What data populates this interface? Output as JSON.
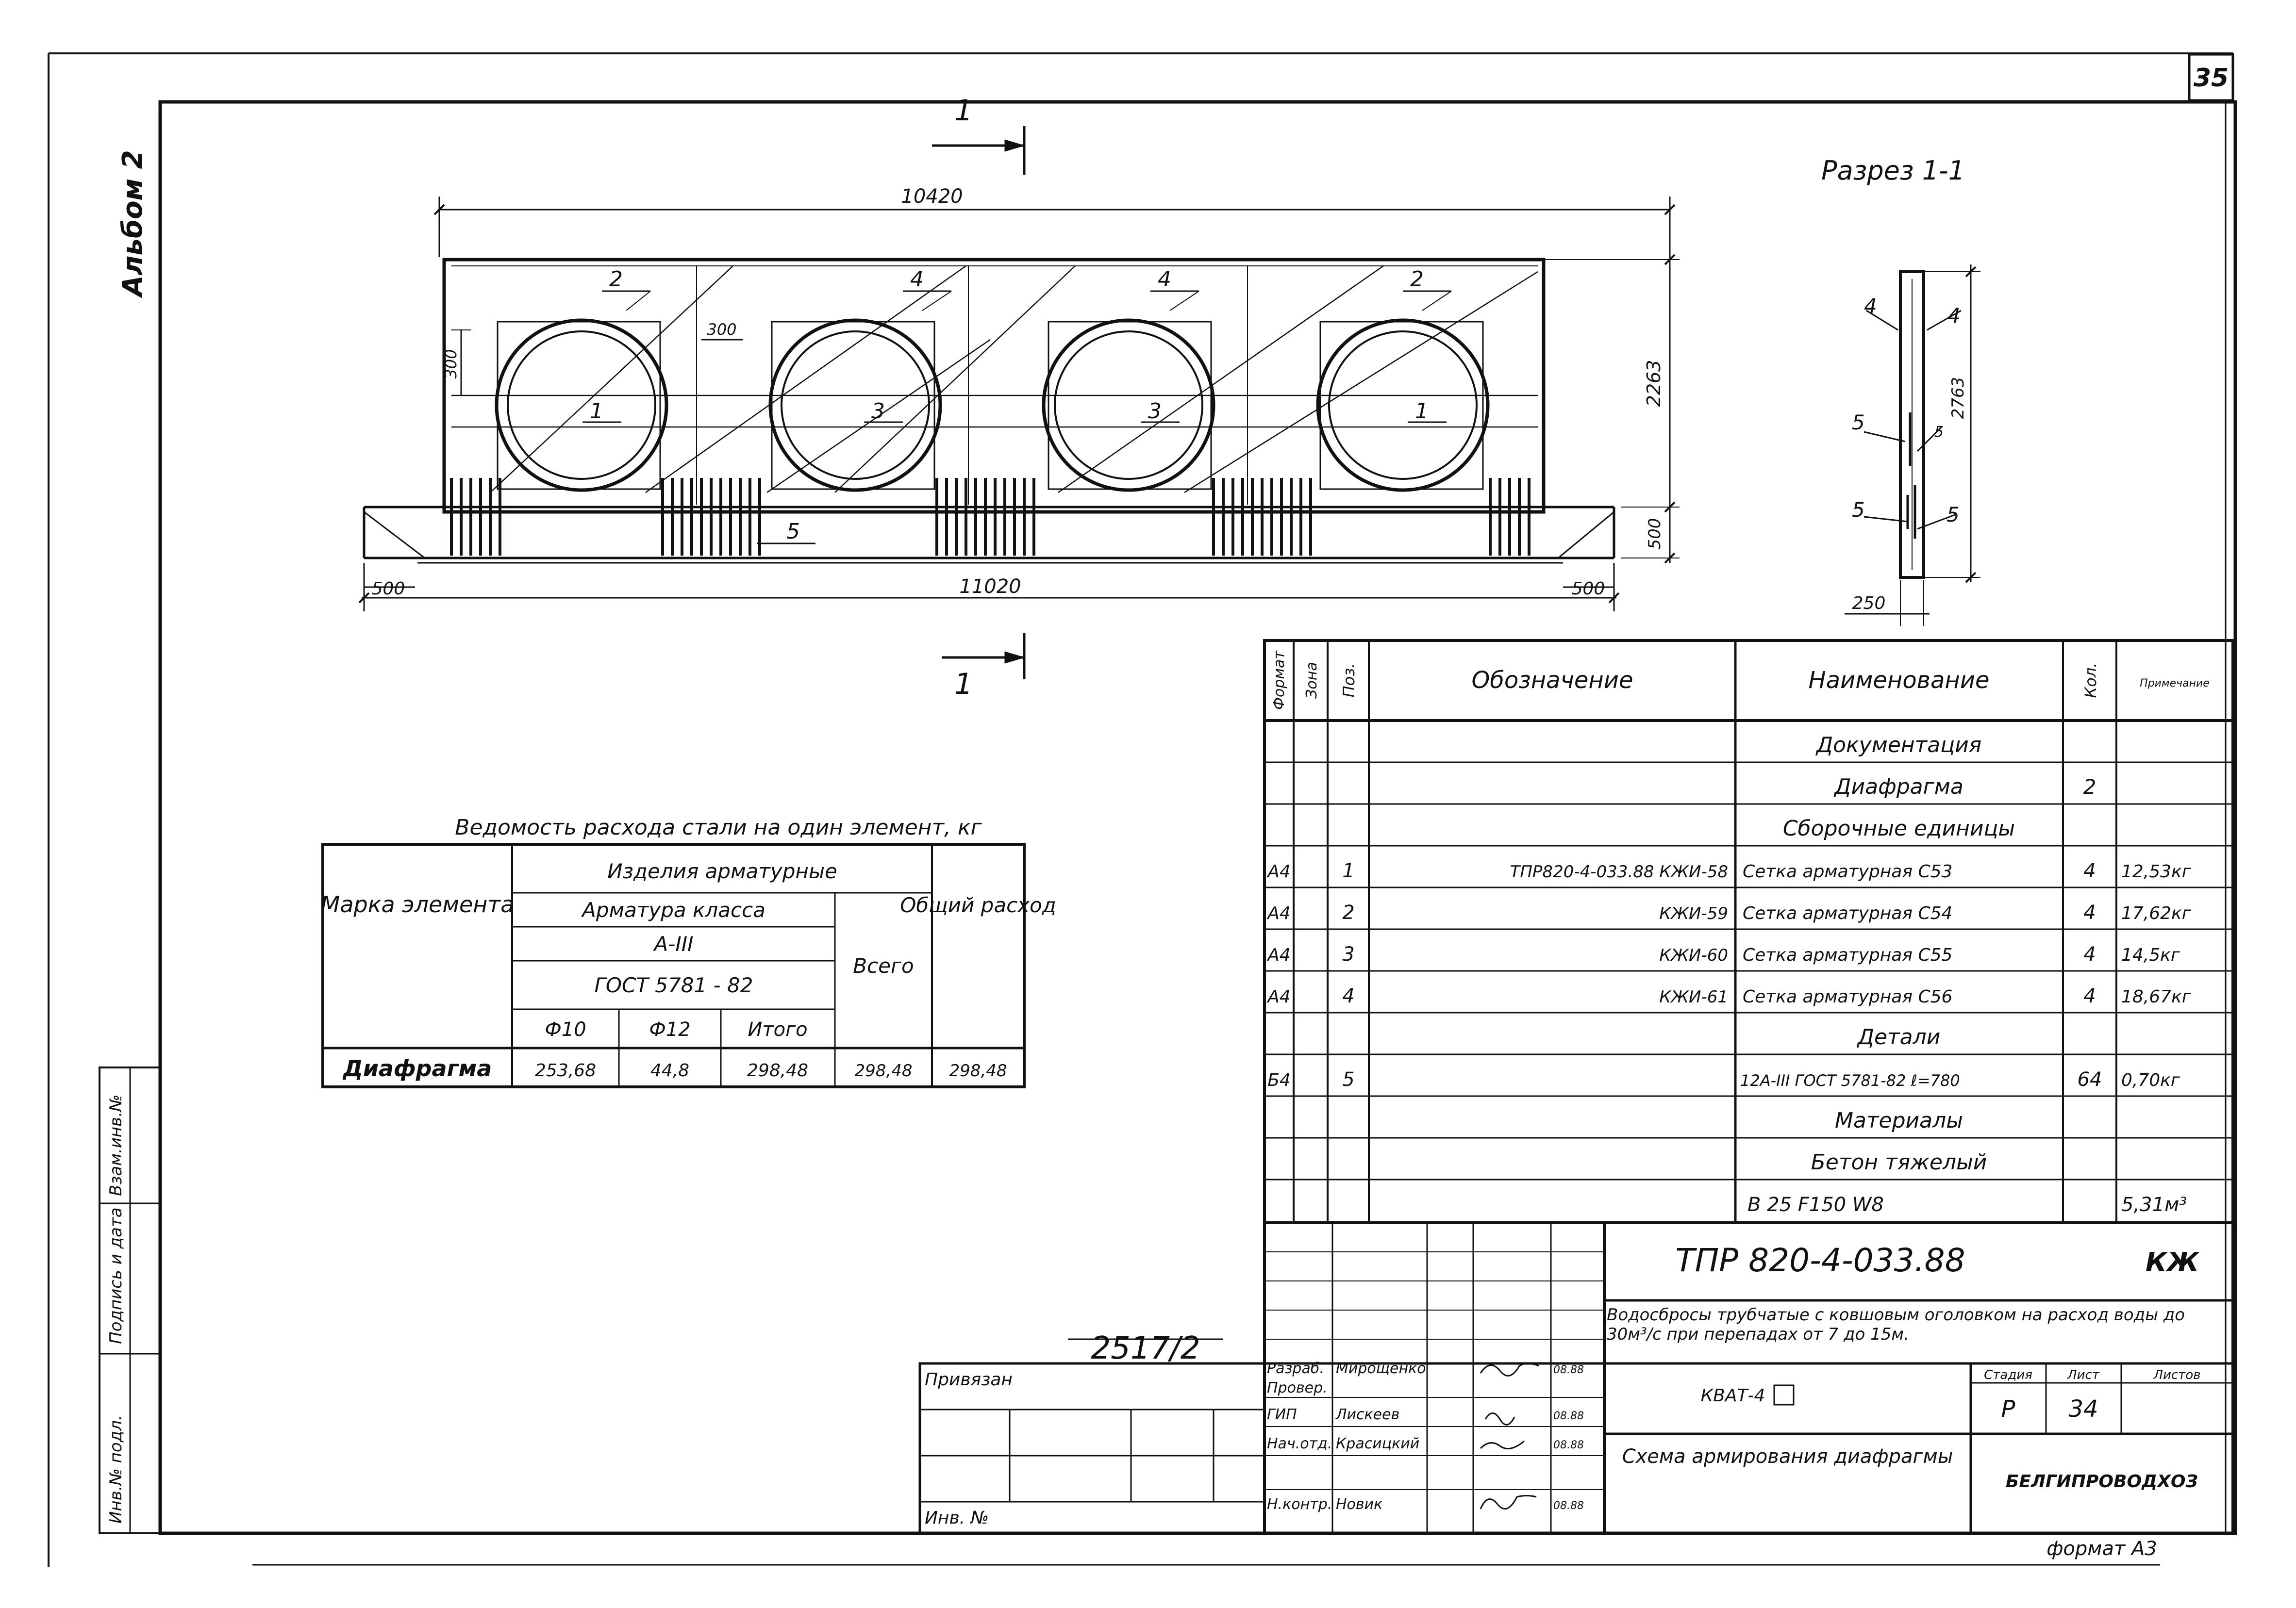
{
  "sheet": {
    "page_number": "35",
    "album": "Альбом 2",
    "format": "формат А3"
  },
  "drawing": {
    "section_marker": "1",
    "section_title": "Разрез 1-1",
    "dim_top_length": "10420",
    "dim_bottom_length": "11020",
    "dim_left_offset": "500",
    "dim_right_offset": "500",
    "dim_height": "2263",
    "dim_base_height": "500",
    "dim_300_left": "300",
    "dim_300_mid": "300",
    "pos_labels": [
      "2",
      "4",
      "4",
      "2",
      "1",
      "3",
      "3",
      "1",
      "5"
    ],
    "section_labels": [
      "4",
      "4",
      "5",
      "5",
      "5",
      "5"
    ],
    "section_height": "2763",
    "section_width": "250"
  },
  "steel_table": {
    "title": "Ведомость расхода стали на один элемент, кг",
    "header_mark": "Марка элемента",
    "header_products": "Изделия арматурные",
    "header_class": "Арматура класса",
    "header_grade": "А-III",
    "header_gost": "ГОСТ 5781 - 82",
    "header_total": "Всего",
    "header_overall": "Общий расход",
    "cols": [
      "Ф10",
      "Ф12",
      "Итого"
    ],
    "row": [
      "Диафрагма",
      "253,68",
      "44,8",
      "298,48",
      "298,48",
      "298,48"
    ]
  },
  "spec_table": {
    "headers": [
      "Формат",
      "Зона",
      "Поз.",
      "Обозначение",
      "Наименование",
      "Кол.",
      "Примечание"
    ],
    "rows": [
      [
        "",
        "",
        "",
        "",
        "Документация",
        "",
        ""
      ],
      [
        "",
        "",
        "",
        "",
        "Диафрагма",
        "2",
        ""
      ],
      [
        "",
        "",
        "",
        "",
        "Сборочные единицы",
        "",
        ""
      ],
      [
        "А4",
        "",
        "1",
        "ТПР820-4-033.88      КЖИ-58",
        "Сетка арматурная С53",
        "4",
        "12,53кг"
      ],
      [
        "А4",
        "",
        "2",
        "КЖИ-59",
        "Сетка арматурная С54",
        "4",
        "17,62кг"
      ],
      [
        "А4",
        "",
        "3",
        "КЖИ-60",
        "Сетка арматурная С55",
        "4",
        "14,5кг"
      ],
      [
        "А4",
        "",
        "4",
        "КЖИ-61",
        "Сетка арматурная С56",
        "4",
        "18,67кг"
      ],
      [
        "",
        "",
        "",
        "",
        "Детали",
        "",
        ""
      ],
      [
        "Б4",
        "",
        "5",
        "",
        "12А-III ГОСТ 5781-82 ℓ=780",
        "64",
        "0,70кг"
      ],
      [
        "",
        "",
        "",
        "",
        "Материалы",
        "",
        ""
      ],
      [
        "",
        "",
        "",
        "",
        "Бетон тяжелый",
        "",
        ""
      ],
      [
        "",
        "",
        "",
        "",
        "В 25 F150 W8",
        "",
        "5,31м³"
      ]
    ]
  },
  "title_block": {
    "project_code": "ТПР 820-4-033.88",
    "mark": "КЖ",
    "description": "Водосбросы трубчатые с ковшовым оголовком на расход воды до 30м³/с при перепадах от 7 до 15м.",
    "object": "КВАТ-4",
    "drawing_name": "Схема армирования диафрагмы",
    "stage_header": "Стадия",
    "sheet_header": "Лист",
    "sheets_header": "Листов",
    "stage": "Р",
    "sheet": "34",
    "organization": "БЕЛГИПРОВОДХОЗ",
    "handwritten_number": "2517/2",
    "tied": "Привязан",
    "inv_no": "Инв. №",
    "roles": [
      {
        "role": "Разраб.",
        "name": "Мирощенко",
        "date": "08.88"
      },
      {
        "role": "Провер.",
        "name": "",
        "date": ""
      },
      {
        "role": "ГИП",
        "name": "Лискеев",
        "date": "08.88"
      },
      {
        "role": "Нач.отд.",
        "name": "Красицкий",
        "date": "08.88"
      },
      {
        "role": "Н.контр.",
        "name": "Новик",
        "date": "08.88"
      }
    ]
  },
  "side_stamp": [
    "Инв.№ подл.",
    "Подпись и дата",
    "Взам.инв.№"
  ]
}
